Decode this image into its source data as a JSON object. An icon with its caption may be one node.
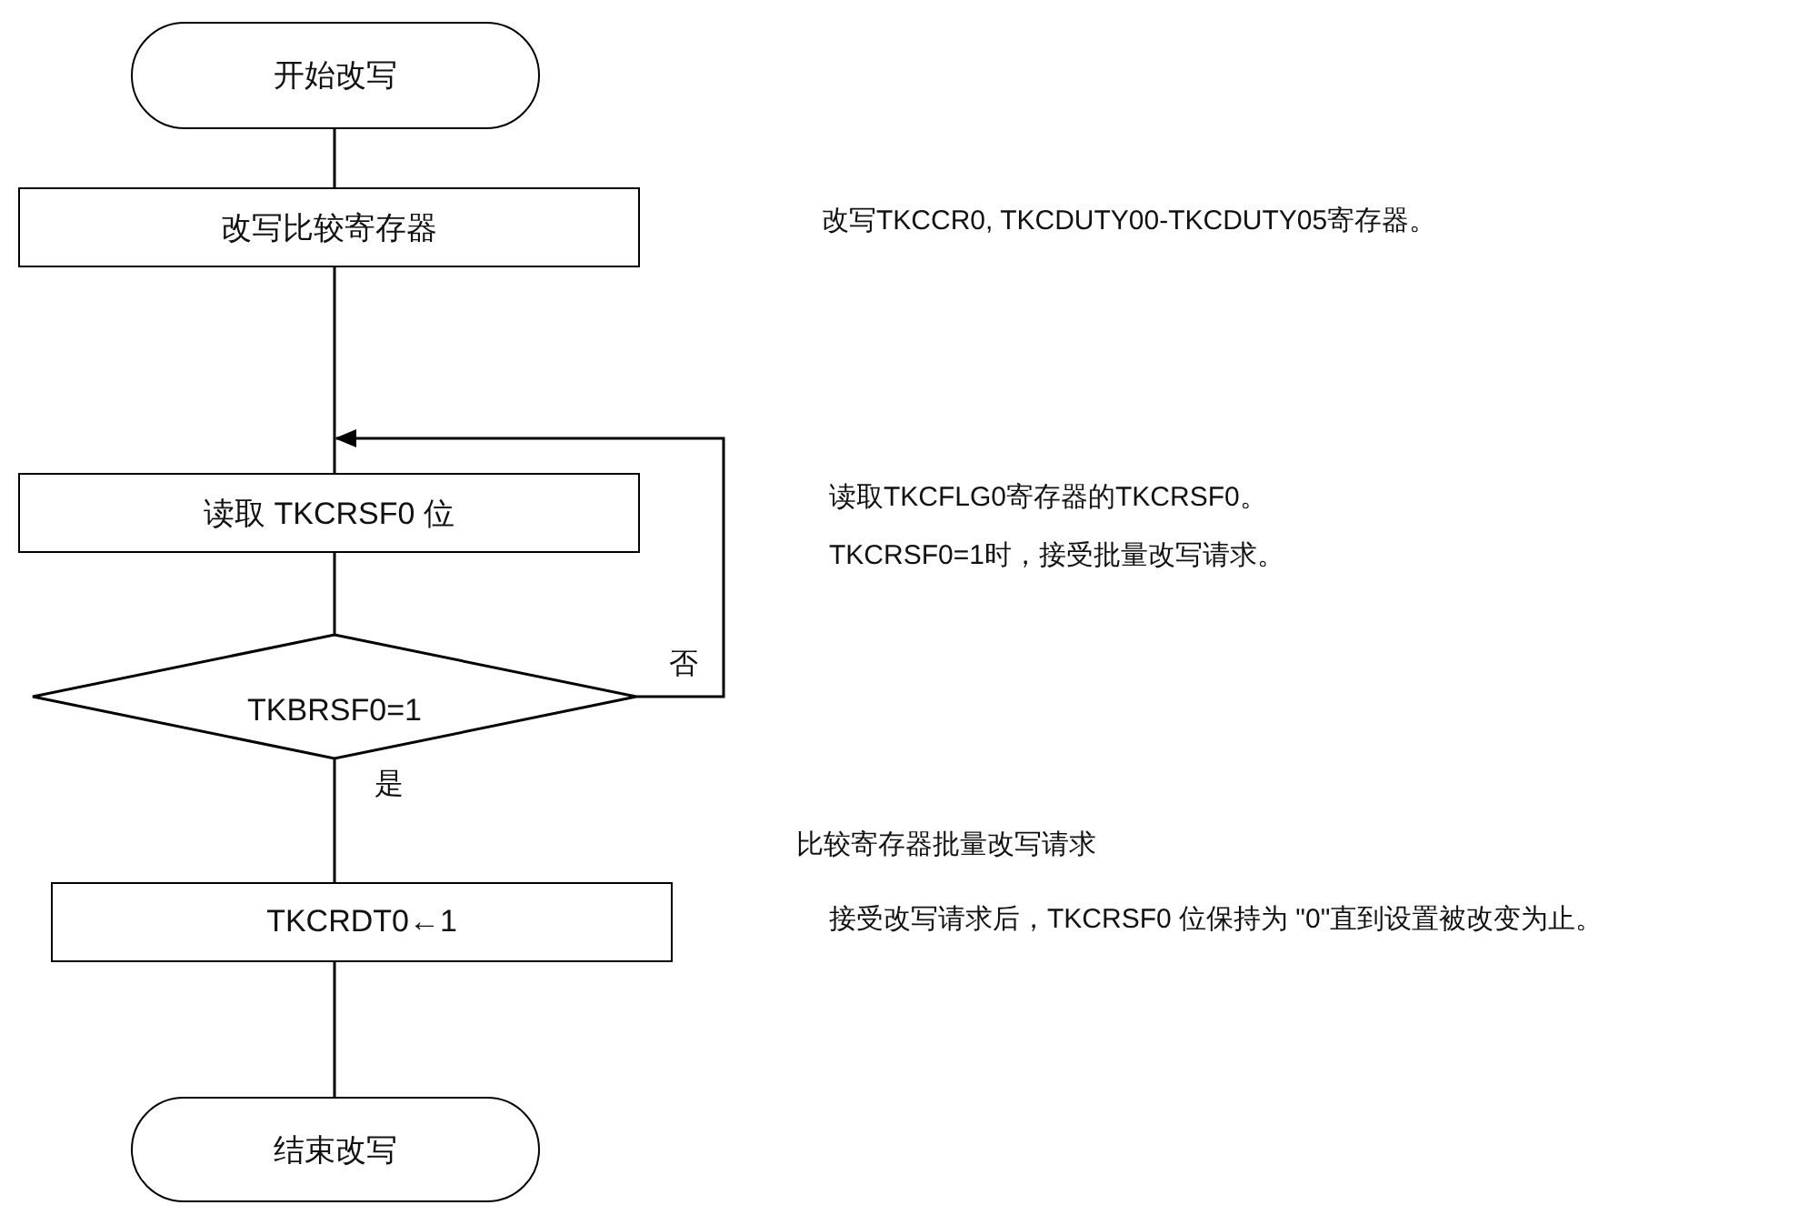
{
  "diagram": {
    "nodes": [
      {
        "text": [
          "开始改写"
        ]
      },
      {
        "text": [
          "改写比较寄存器"
        ]
      },
      {
        "text": [
          "读取 TKCRSF0 位"
        ]
      },
      {
        "text": [
          "TKBRSF0=1"
        ]
      },
      {
        "text": [
          "TKCRDT0←1"
        ]
      },
      {
        "text": [
          "结束改写"
        ]
      }
    ],
    "edges": [
      {
        "from": 0,
        "to": 1,
        "arrow": "none"
      },
      {
        "from": 1,
        "to": 2,
        "arrow": "none"
      },
      {
        "from": 2,
        "to": 3,
        "arrow": "none"
      },
      {
        "from": 3,
        "to": 2,
        "arrow": "to",
        "label": "否"
      },
      {
        "from": 3,
        "to": 4,
        "arrow": "none",
        "label": "是"
      },
      {
        "from": 4,
        "to": 5,
        "arrow": "none"
      }
    ],
    "labels": [
      "改写TKCCR0, TKCDUTY00-TKCDUTY05寄存器。",
      "读取TKCFLG0寄存器的TKCRSF0。",
      "TKCRSF0=1时，接受批量改写请求。",
      "比较寄存器批量改写请求",
      "接受改写请求后，TKCRSF0 位保持为 \"0\"直到设置被改变为止。"
    ]
  }
}
